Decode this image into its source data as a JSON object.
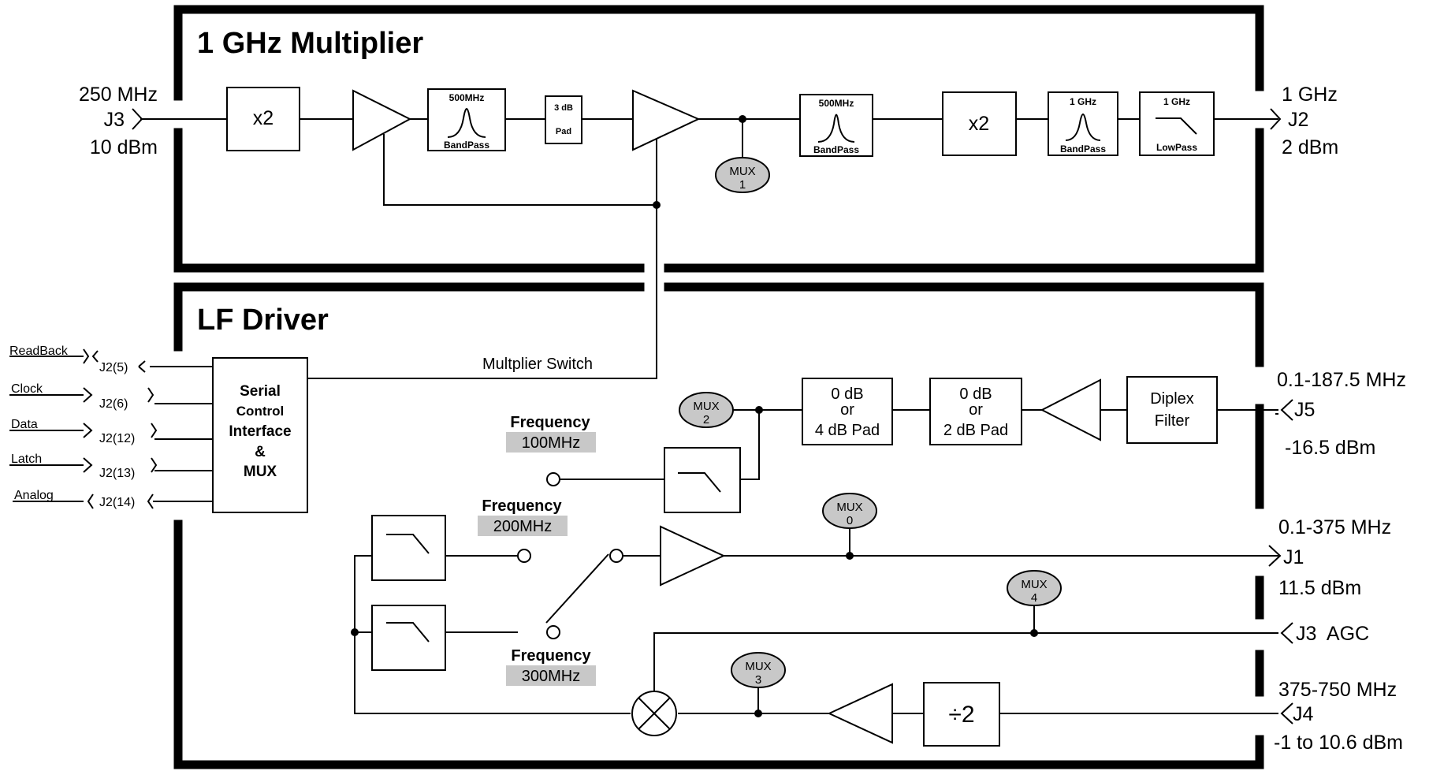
{
  "diagram": {
    "sections": {
      "multiplier_title": "1 GHz Multiplier",
      "driver_title": "LF Driver"
    },
    "ports": {
      "in_250": [
        "250 MHz",
        "J3",
        "10 dBm"
      ],
      "out_1g": [
        "1 GHz",
        "J2",
        "2 dBm"
      ],
      "j5": [
        "0.1-187.5 MHz",
        "J5",
        "-16.5 dBm"
      ],
      "j1": [
        "0.1-375 MHz",
        "J1",
        "11.5 dBm"
      ],
      "j3agc": "J3  AGC",
      "j4": [
        "375-750 MHz",
        "J4",
        "-1 to 10.6 dBm"
      ]
    },
    "blocks": {
      "x2": "x2",
      "bp500_top": "500MHz",
      "bp500_bottom": "BandPass",
      "pad3": [
        "3 dB",
        "Pad"
      ],
      "bp1g_top": "1 GHz",
      "bp1g_bottom": "BandPass",
      "lp1g_top": "1 GHz",
      "lp1g_bottom": "LowPass",
      "pad4": [
        "0 dB",
        "or",
        "4 dB Pad"
      ],
      "pad2": [
        "0 dB",
        "or",
        "2 dB Pad"
      ],
      "diplex": [
        "Diplex",
        "Filter"
      ],
      "serial": [
        "Serial",
        "Control",
        "Interface",
        "&",
        "MUX"
      ],
      "divide": "÷2"
    },
    "mux": {
      "m0": [
        "MUX",
        "0"
      ],
      "m1": [
        "MUX",
        "1"
      ],
      "m2": [
        "MUX",
        "2"
      ],
      "m3": [
        "MUX",
        "3"
      ],
      "m4": [
        "MUX",
        "4"
      ]
    },
    "freq": {
      "label": "Frequency",
      "f100": "100MHz",
      "f200": "200MHz",
      "f300": "300MHz"
    },
    "control": {
      "multiplier_switch": "Multplier Switch",
      "signals": [
        {
          "name": "ReadBack",
          "pin": "J2(5)"
        },
        {
          "name": "Clock",
          "pin": "J2(6)"
        },
        {
          "name": "Data",
          "pin": "J2(12)"
        },
        {
          "name": "Latch",
          "pin": "J2(13)"
        },
        {
          "name": "Analog",
          "pin": "J2(14)"
        }
      ]
    }
  }
}
